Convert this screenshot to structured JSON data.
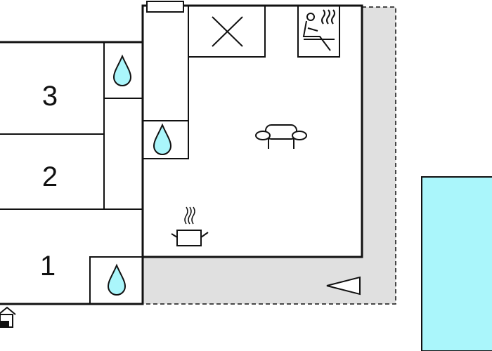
{
  "floorplan": {
    "rooms": [
      {
        "id": "bedroom-3",
        "number": "3"
      },
      {
        "id": "bedroom-2",
        "number": "2"
      },
      {
        "id": "bedroom-1",
        "number": "1"
      }
    ],
    "icons": {
      "bathroom": "water-drop-icon",
      "sauna": "sauna-icon",
      "living": "sofa-icon",
      "kitchen": "cooking-pot-icon",
      "entrance": "entrance-icon",
      "terrace": "terrace-arrow-icon",
      "void": "cross-icon"
    },
    "colors": {
      "wall": "#111111",
      "terrace": "#e0e0e0",
      "pool": "#aaf6fb",
      "water_drop": "#aaf6fb"
    }
  }
}
